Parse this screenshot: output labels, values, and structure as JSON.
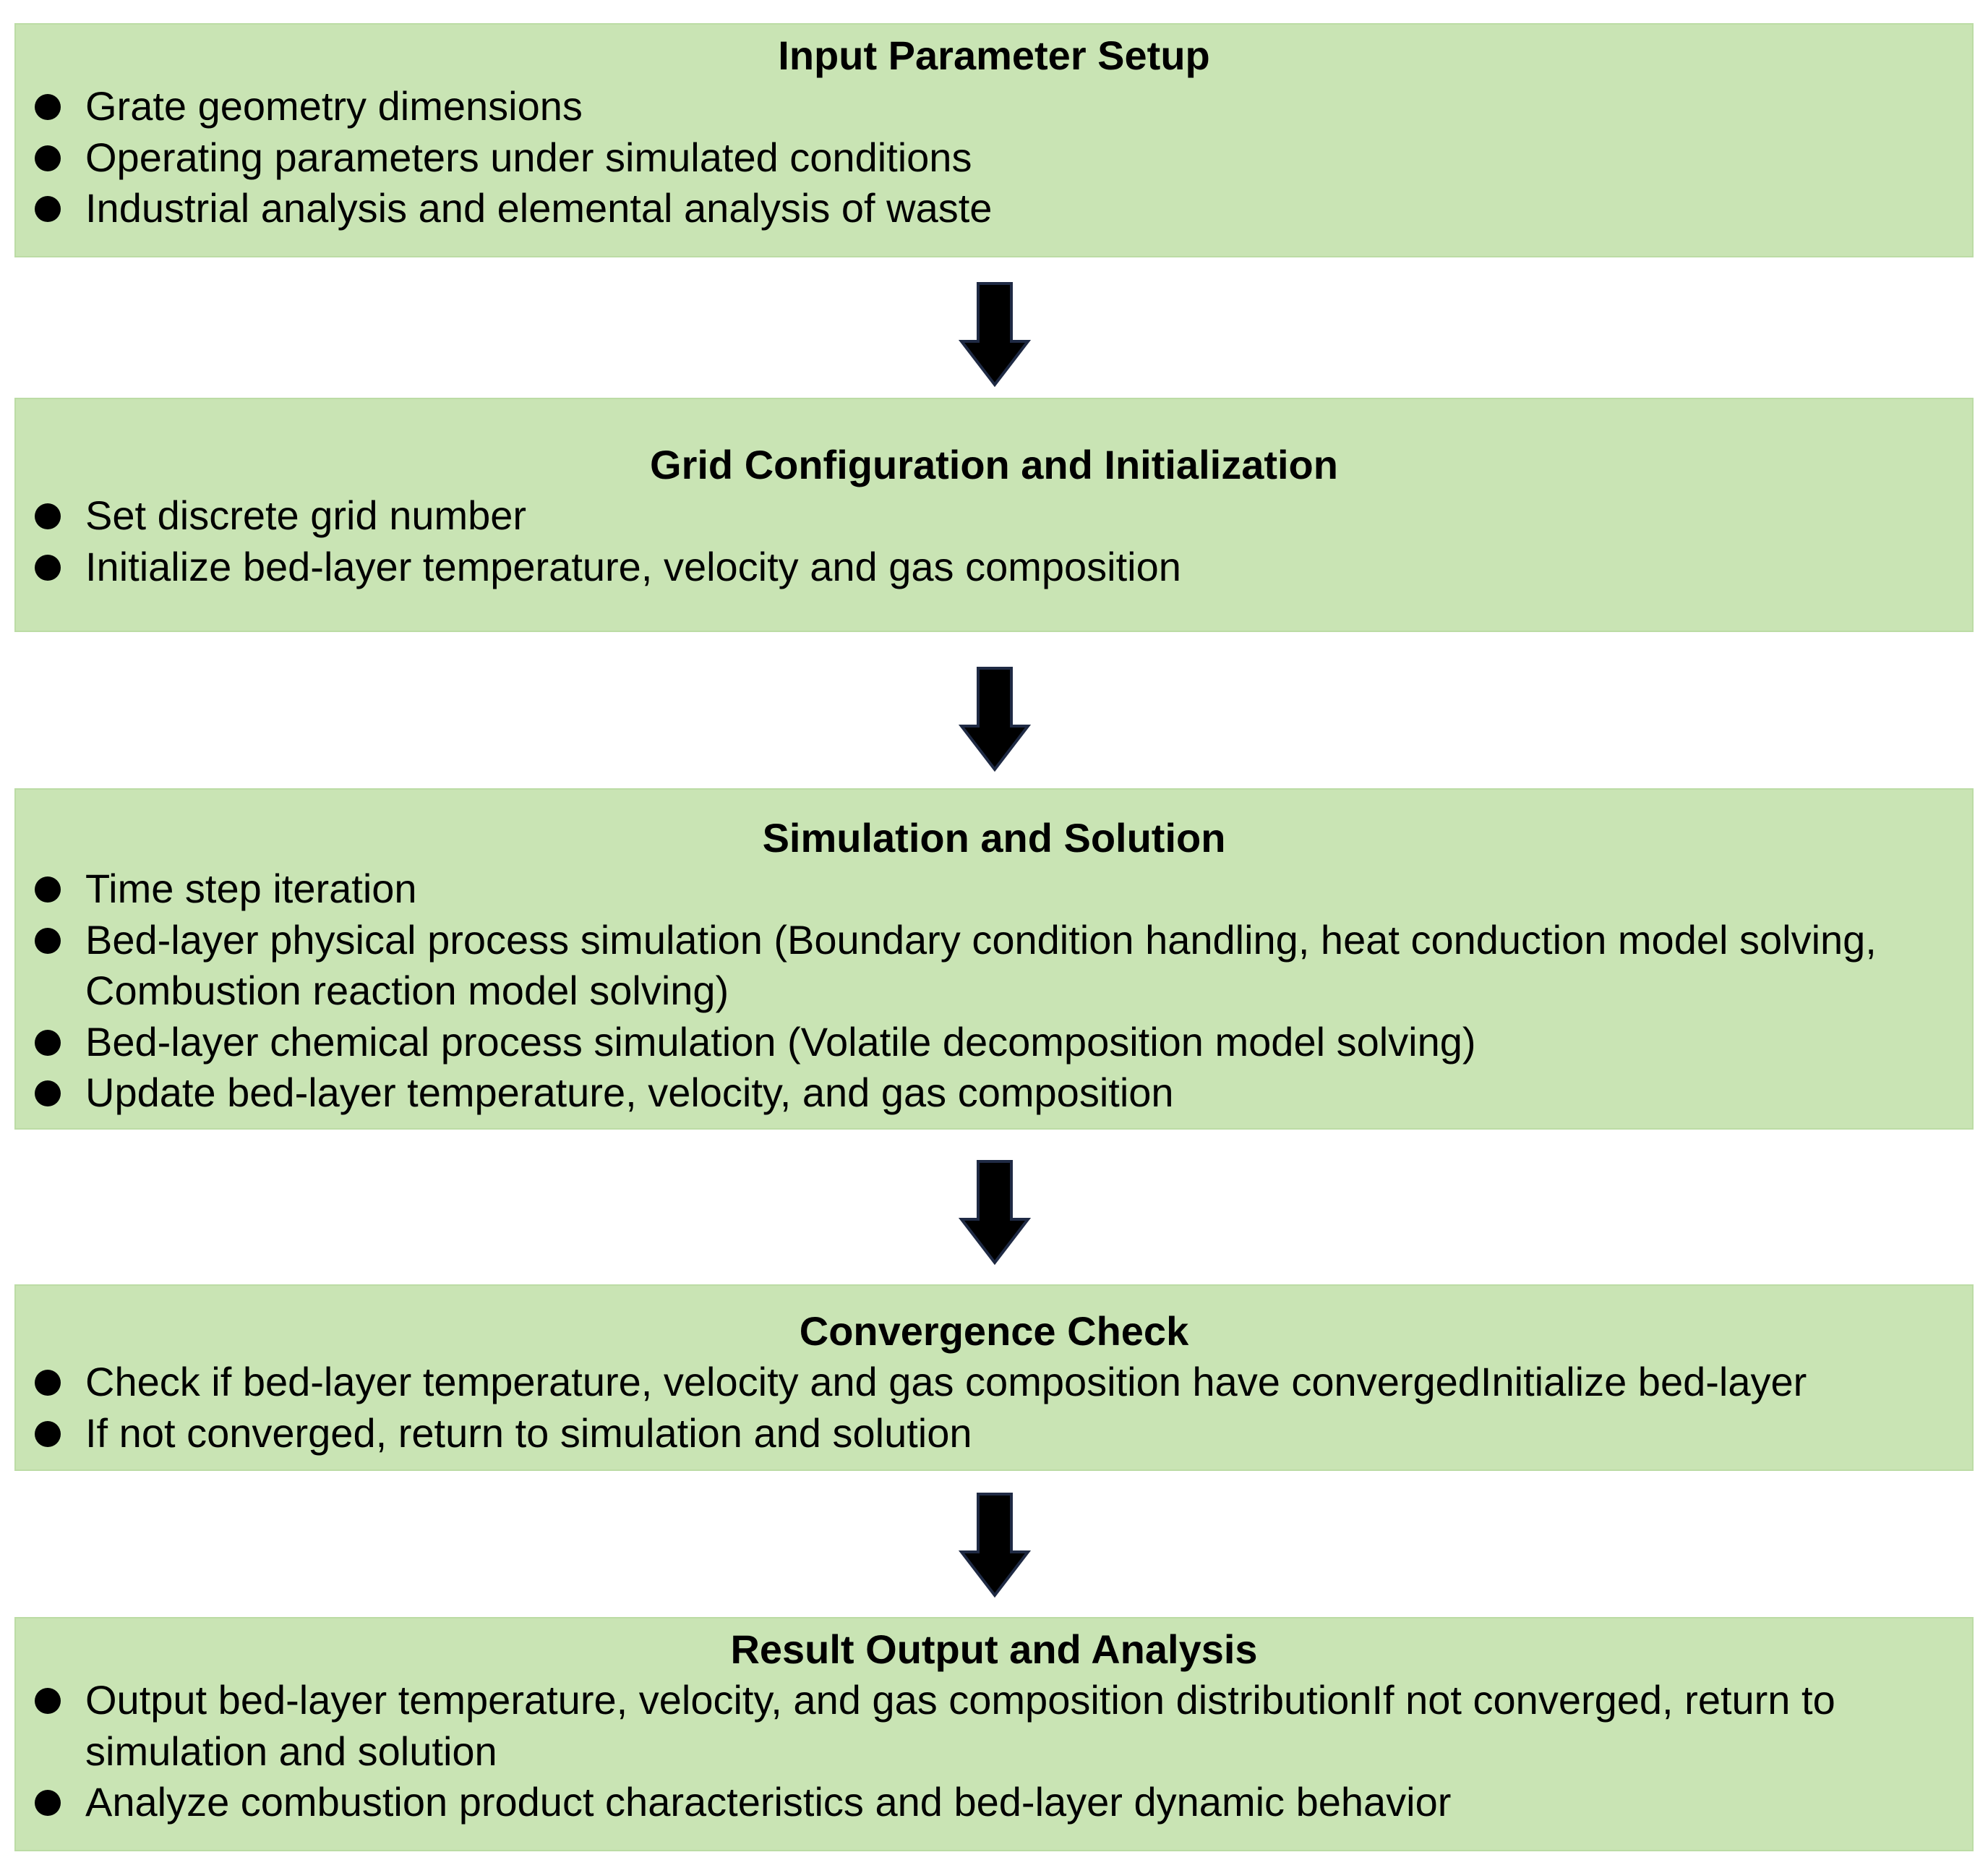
{
  "colors": {
    "box_fill": "#c9e4b4",
    "arrow": "#000000"
  },
  "steps": [
    {
      "title": "Input Parameter Setup",
      "bullets": [
        "Grate geometry dimensions",
        "Operating parameters under simulated conditions",
        "Industrial analysis and elemental analysis of waste"
      ]
    },
    {
      "title": "Grid Configuration and Initialization",
      "bullets": [
        "Set discrete grid number",
        "Initialize bed-layer temperature, velocity and gas composition"
      ]
    },
    {
      "title": "Simulation and Solution",
      "bullets": [
        "Time step iteration",
        "Bed-layer physical process simulation (Boundary condition handling, heat conduction model solving, Combustion reaction model solving)",
        "Bed-layer chemical process simulation (Volatile decomposition model solving)",
        "Update bed-layer temperature, velocity, and gas composition"
      ]
    },
    {
      "title": "Convergence Check",
      "bullets": [
        "Check if bed-layer temperature, velocity and gas composition have convergedInitialize bed-layer",
        "If not converged, return to simulation and solution"
      ]
    },
    {
      "title": "Result Output and Analysis",
      "bullets": [
        "Output bed-layer temperature, velocity, and gas composition distributionIf not converged, return to simulation and solution",
        "Analyze combustion product characteristics and bed-layer dynamic behavior"
      ]
    }
  ]
}
